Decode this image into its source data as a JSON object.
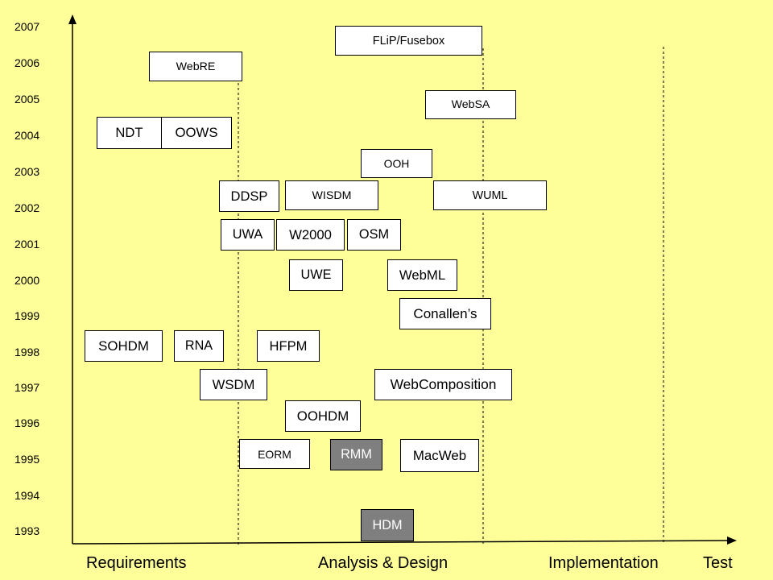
{
  "years": [
    "2007",
    "2006",
    "2005",
    "2004",
    "2003",
    "2002",
    "2001",
    "2000",
    "1999",
    "1998",
    "1997",
    "1996",
    "1995",
    "1994",
    "1993"
  ],
  "phases": {
    "requirements": "Requirements",
    "analysis": "Analysis & Design",
    "implementation": "Implementation",
    "test": "Test"
  },
  "methods": {
    "flip": "FLiP/Fusebox",
    "webre": "WebRE",
    "websa": "WebSA",
    "ndt": "NDT",
    "oows": "OOWS",
    "ooh": "OOH",
    "ddsp": "DDSP",
    "wisdm": "WISDM",
    "wuml": "WUML",
    "uwa": "UWA",
    "w2000": "W2000",
    "osm": "OSM",
    "uwe": "UWE",
    "webml": "WebML",
    "conallens": "Conallen’s",
    "sohdm": "SOHDM",
    "rna": "RNA",
    "hfpm": "HFPM",
    "wsdm": "WSDM",
    "webcomposition": "WebComposition",
    "oohdm": "OOHDM",
    "eorm": "EORM",
    "rmm": "RMM",
    "macweb": "MacWeb",
    "hdm": "HDM"
  },
  "colors": {
    "background": "#FFFF99",
    "box": "#FFFFFF",
    "highlight_box": "#7F7F7F"
  }
}
